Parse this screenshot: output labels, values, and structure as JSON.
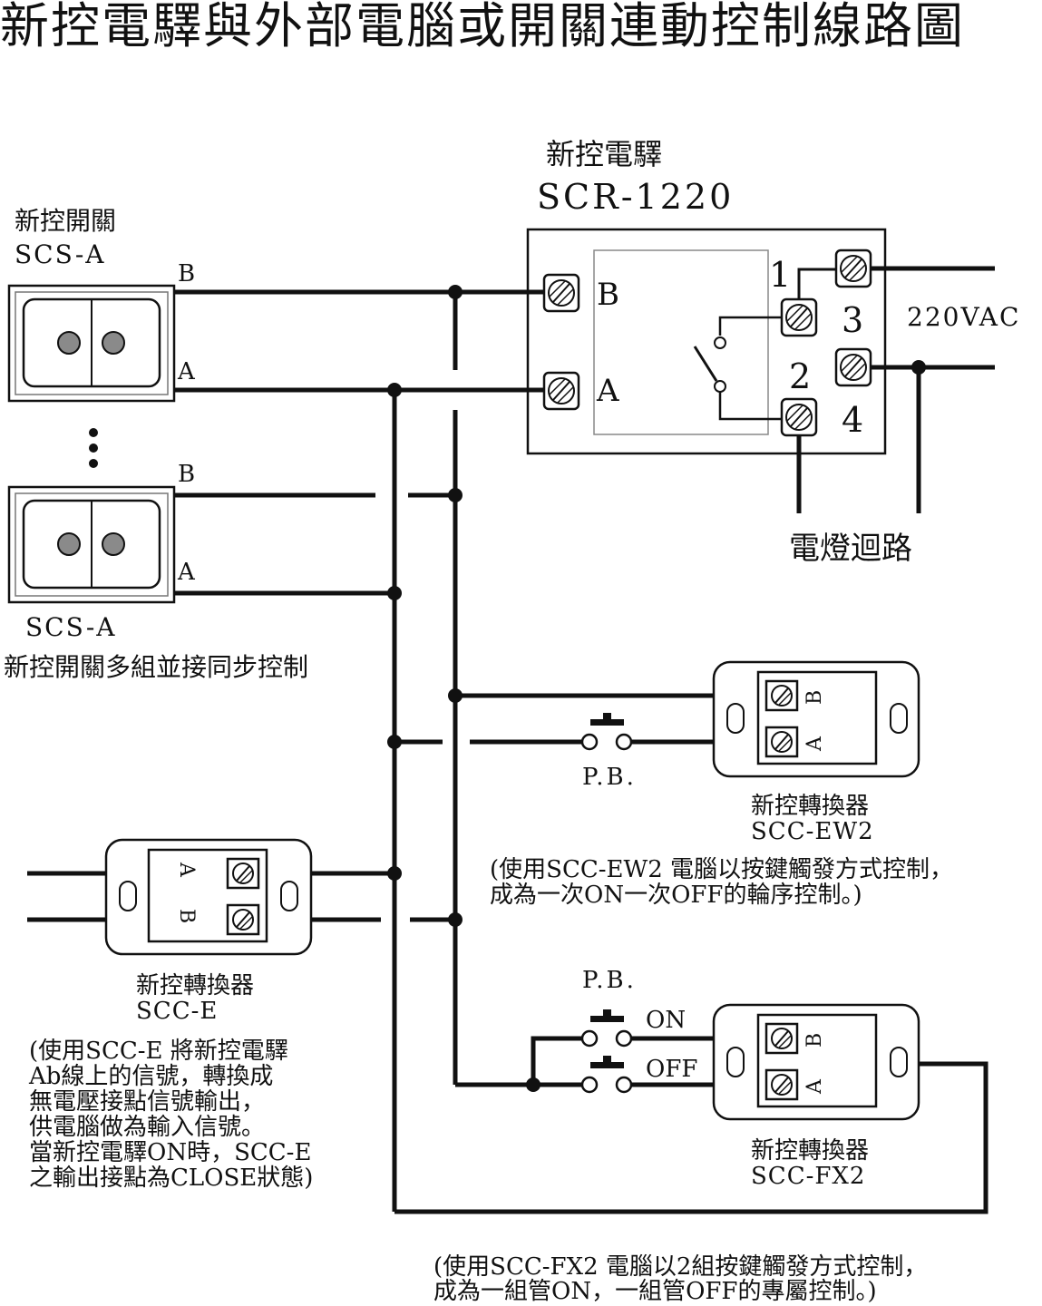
{
  "title": "新控電驛與外部電腦或開關連動控制線路圖",
  "relay": {
    "name": "新控電驛",
    "model": "SCR-1220",
    "term_b": "B",
    "term_a": "A",
    "n1": "1",
    "n2": "2",
    "n3": "3",
    "n4": "4"
  },
  "power": "220VAC",
  "lamp_circuit": "電燈迴路",
  "switch1": {
    "name": "新控開關",
    "model": "SCS-A",
    "b": "B",
    "a": "A"
  },
  "switch2": {
    "model": "SCS-A",
    "b": "B",
    "a": "A"
  },
  "group_caption": "新控開關多組並接同步控制",
  "ew2": {
    "name": "新控轉換器",
    "model": "SCC-EW2",
    "a": "A",
    "b": "B",
    "pb": "P.B.",
    "note1": "(使用SCC-EW2 電腦以按鍵觸發方式控制，",
    "note2": "成為一次ON一次OFF的輪序控制。)"
  },
  "e": {
    "name": "新控轉換器",
    "model": "SCC-E",
    "a": "A",
    "b": "B",
    "note": [
      "(使用SCC-E 將新控電驛",
      "Ab線上的信號，轉換成",
      "無電壓接點信號輸出，",
      "供電腦做為輸入信號。",
      "當新控電驛ON時，SCC-E",
      "之輸出接點為CLOSE狀態)"
    ]
  },
  "fx2": {
    "name": "新控轉換器",
    "model": "SCC-FX2",
    "a": "A",
    "b": "B",
    "pb": "P.B.",
    "on": "ON",
    "off": "OFF",
    "note1": "(使用SCC-FX2 電腦以2組按鍵觸發方式控制，",
    "note2": "成為一組管ON，一組管OFF的專屬控制。)"
  }
}
